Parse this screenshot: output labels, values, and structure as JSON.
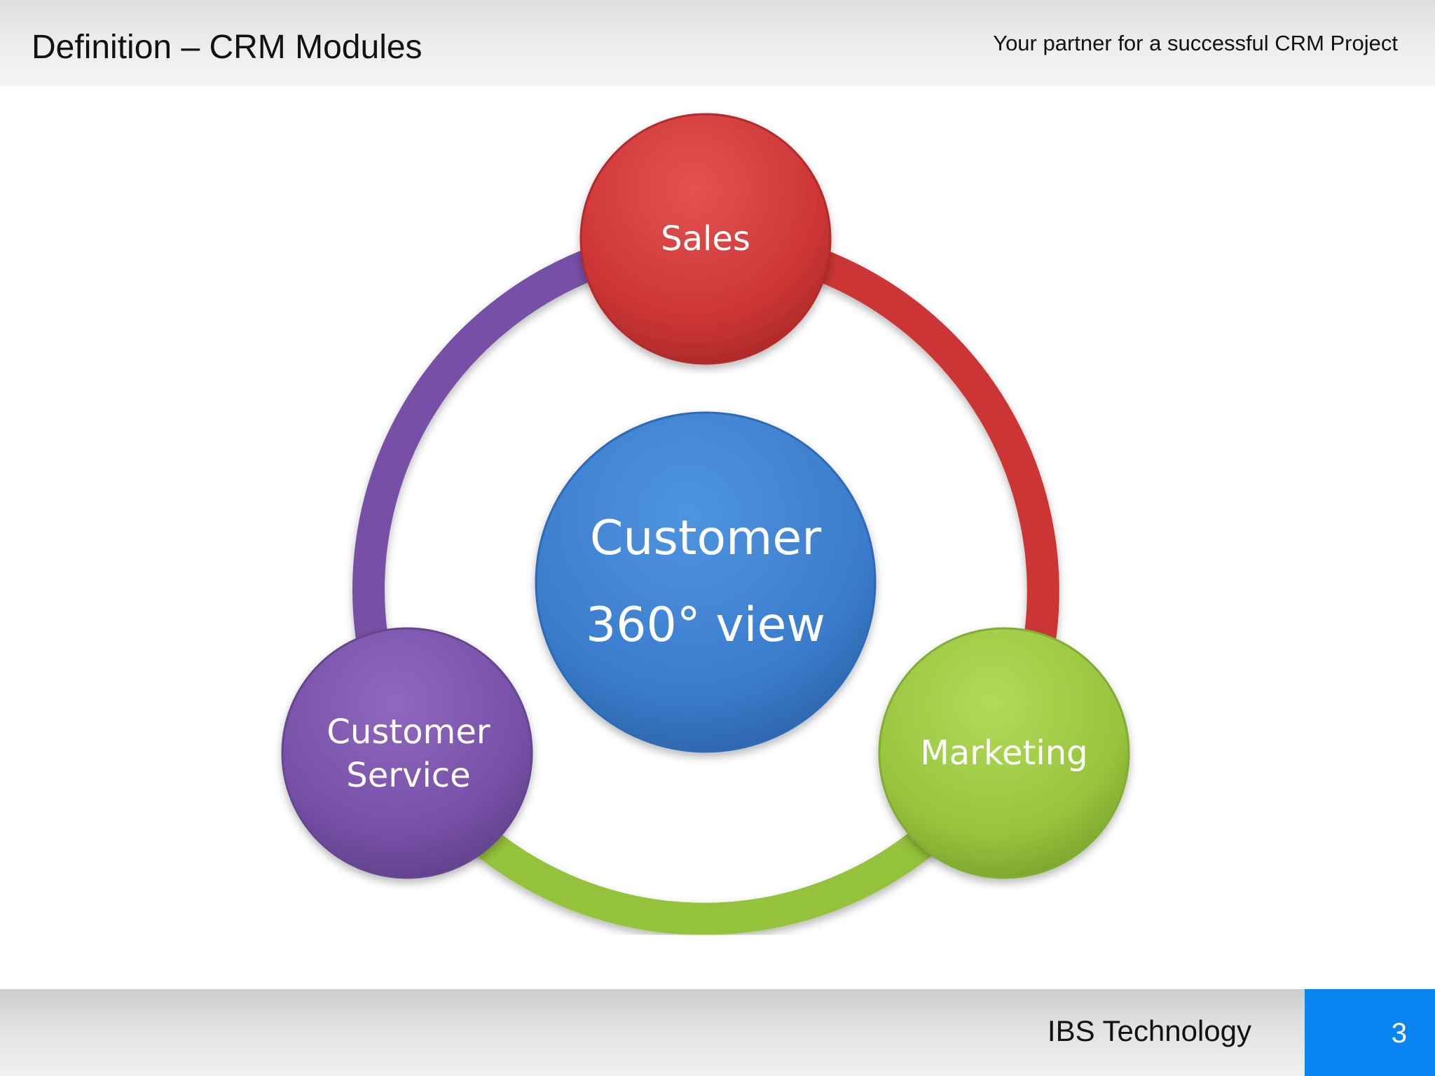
{
  "header": {
    "title": "Definition – CRM Modules",
    "tagline": "Your partner for a successful CRM Project"
  },
  "diagram": {
    "center": {
      "line1": "Customer",
      "line2": "360° view",
      "color": "#3c7fcf"
    },
    "nodes": [
      {
        "id": "sales",
        "label_lines": [
          "Sales"
        ],
        "color": "#cc3333"
      },
      {
        "id": "marketing",
        "label_lines": [
          "Marketing"
        ],
        "color": "#97c43c"
      },
      {
        "id": "customer-service",
        "label_lines": [
          "Customer",
          "Service"
        ],
        "color": "#7750a6"
      }
    ],
    "ring_colors": {
      "sales_to_marketing": "#cc3333",
      "marketing_to_service": "#97c43c",
      "service_to_sales": "#7750a6"
    }
  },
  "footer": {
    "company": "IBS Technology",
    "page_number": "3",
    "accent_color": "#0a84f0"
  }
}
